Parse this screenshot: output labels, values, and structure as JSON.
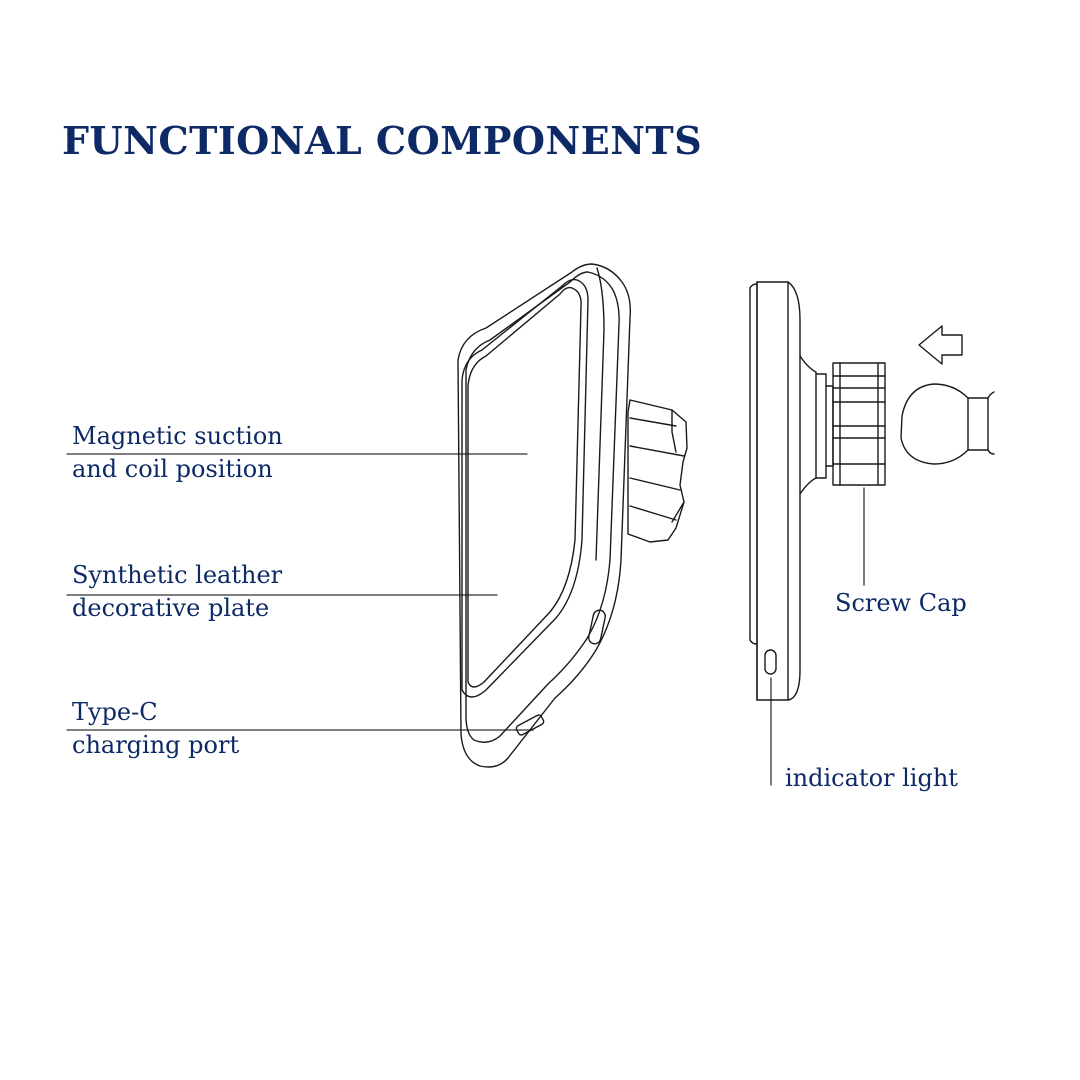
{
  "title": "FUNCTIONAL COMPONENTS",
  "labels": {
    "magnetic": [
      "Magnetic suction",
      "and coil position"
    ],
    "leather": [
      "Synthetic leather",
      "decorative plate"
    ],
    "typec": [
      "Type-C",
      "charging port"
    ],
    "screw_cap": "Screw Cap",
    "indicator": "indicator light"
  },
  "colors": {
    "text": "#0d2a66",
    "line": "#1a1a1a"
  }
}
